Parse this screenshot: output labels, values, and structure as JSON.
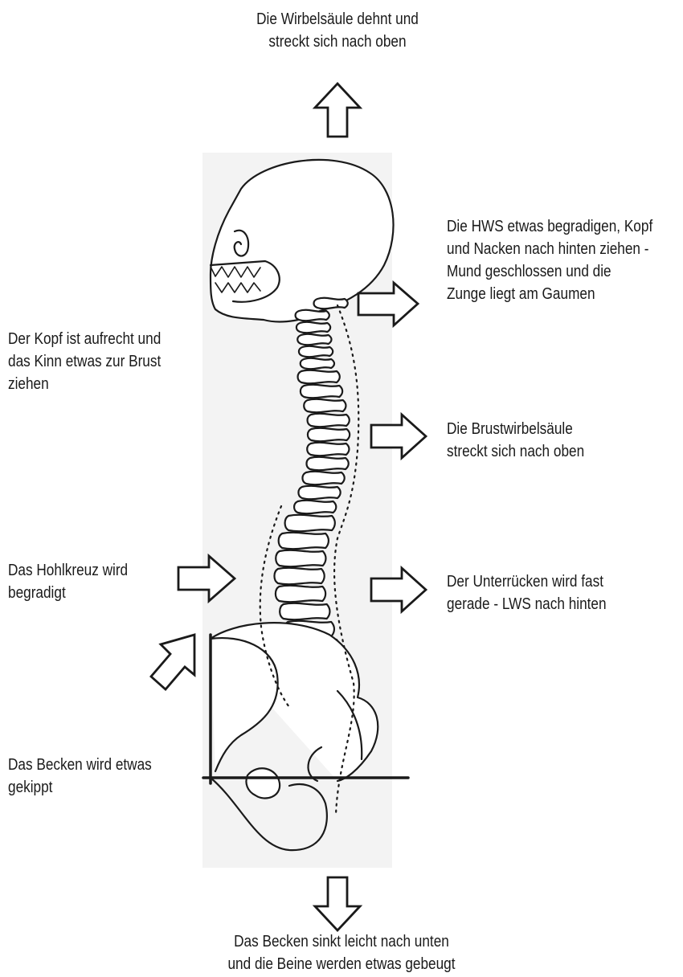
{
  "colors": {
    "ink": "#1a1a1a",
    "shade": "#f1f1f1"
  },
  "labels": {
    "top": [
      "Die Wirbelsäule dehnt und",
      "streckt sich nach oben"
    ],
    "hws": [
      "Die HWS etwas begradigen, Kopf",
      "und Nacken nach hinten ziehen -",
      "Mund geschlossen und die",
      "Zunge liegt am Gaumen"
    ],
    "kopf": [
      "Der Kopf ist aufrecht und",
      "das Kinn etwas zur Brust",
      "ziehen"
    ],
    "bws": [
      "Die Brustwirbelsäule",
      "streckt sich nach oben"
    ],
    "hohlkreuz": [
      "Das Hohlkreuz wird",
      "begradigt"
    ],
    "unterruecken": [
      "Der Unterrücken wird fast",
      "gerade - LWS nach hinten"
    ],
    "becken_kippt": [
      "Das Becken wird etwas",
      "gekippt"
    ],
    "bottom": [
      "Das Becken sinkt leicht nach unten",
      "und die Beine werden etwas gebeugt"
    ]
  },
  "icons": [
    "arrow-up-icon",
    "arrow-right-icon",
    "arrow-down-icon",
    "arrow-diagonal-icon",
    "skull-icon",
    "spine-icon",
    "pelvis-icon"
  ]
}
